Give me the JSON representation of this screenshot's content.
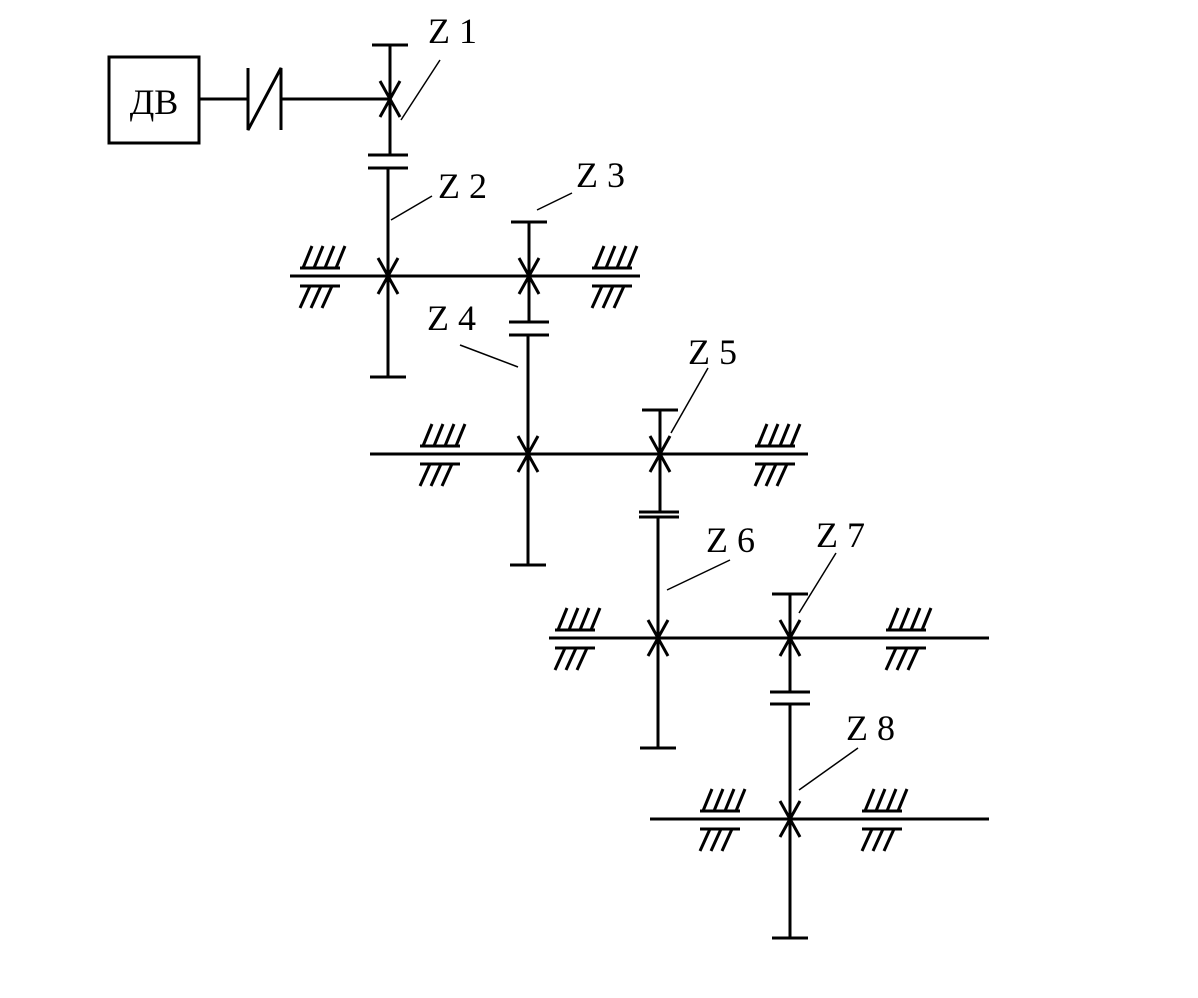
{
  "diagram": {
    "motor": {
      "label": "ДВ",
      "name": "motor"
    },
    "coupling": {
      "name": "coupling"
    },
    "shafts": [
      {
        "name": "shaft-input"
      },
      {
        "name": "shaft-1"
      },
      {
        "name": "shaft-2"
      },
      {
        "name": "shaft-3"
      },
      {
        "name": "shaft-4"
      }
    ],
    "gears": [
      {
        "label": "Z 1",
        "name": "gear-z1"
      },
      {
        "label": "Z 2",
        "name": "gear-z2"
      },
      {
        "label": "Z 3",
        "name": "gear-z3"
      },
      {
        "label": "Z 4",
        "name": "gear-z4"
      },
      {
        "label": "Z 5",
        "name": "gear-z5"
      },
      {
        "label": "Z 6",
        "name": "gear-z6"
      },
      {
        "label": "Z 7",
        "name": "gear-z7"
      },
      {
        "label": "Z 8",
        "name": "gear-z8"
      }
    ],
    "meshes": [
      {
        "name": "mesh-z1-z2"
      },
      {
        "name": "mesh-z3-z4"
      },
      {
        "name": "mesh-z5-z6"
      },
      {
        "name": "mesh-z7-z8"
      }
    ],
    "bearing_symbol": "bearing"
  }
}
